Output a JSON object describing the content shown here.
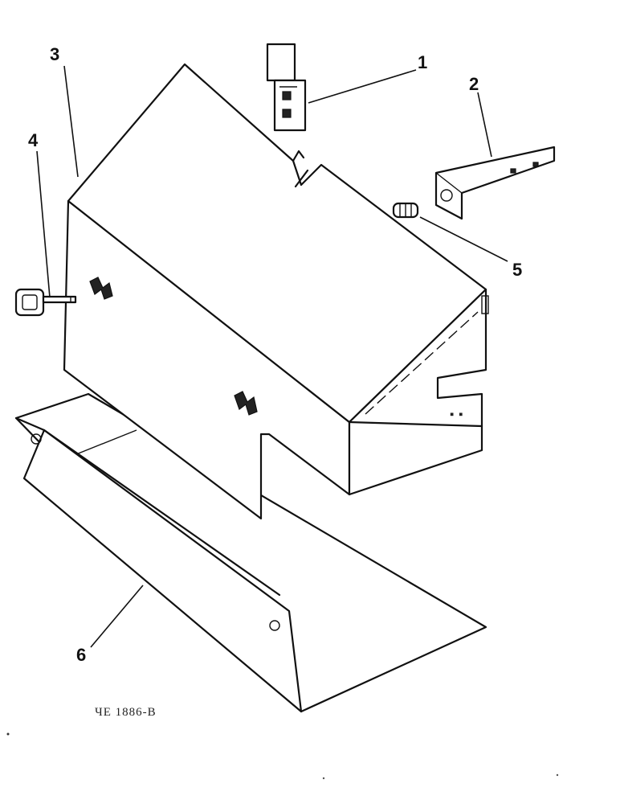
{
  "callouts": {
    "c1": "1",
    "c2": "2",
    "c3": "3",
    "c4": "4",
    "c5": "5",
    "c6": "6"
  },
  "drawing_code": "ЧE 1886-B",
  "colors": {
    "ink": "#111111",
    "paper": "#ffffff"
  }
}
